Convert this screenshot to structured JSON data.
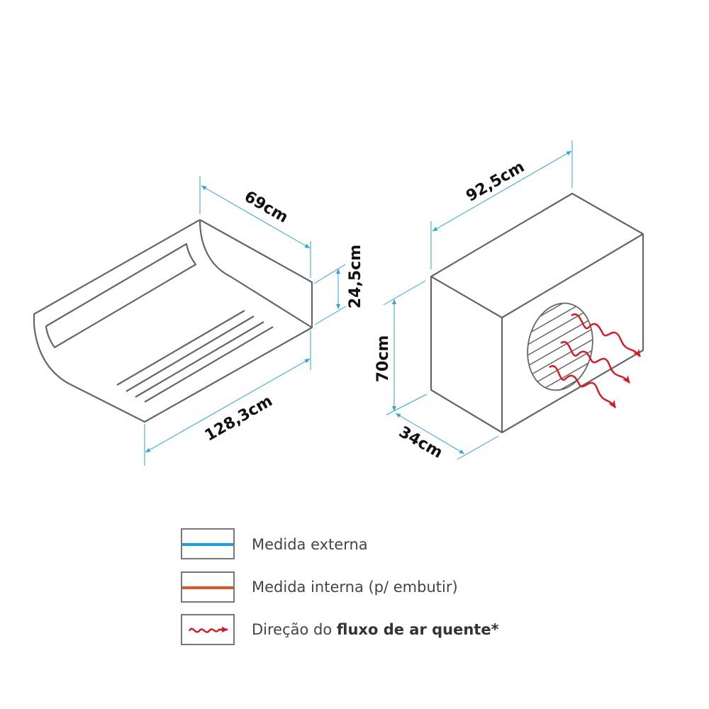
{
  "indoor_unit": {
    "depth_label": "69cm",
    "height_label": "24,5cm",
    "width_label": "128,3cm"
  },
  "outdoor_unit": {
    "width_label": "92,5cm",
    "height_label": "70cm",
    "depth_label": "34cm"
  },
  "legend": {
    "items": [
      {
        "label": "Medida externa",
        "color": "#1a9ee0"
      },
      {
        "label": "Medida interna (p/ embutir)",
        "color": "#e8521e"
      },
      {
        "label_prefix": "Direção do ",
        "label_bold": "fluxo de ar quente*",
        "color": "#e0141e"
      }
    ]
  },
  "colors": {
    "dimension": "#2aa6dc",
    "outline": "#666666",
    "airflow": "#e0141e"
  }
}
